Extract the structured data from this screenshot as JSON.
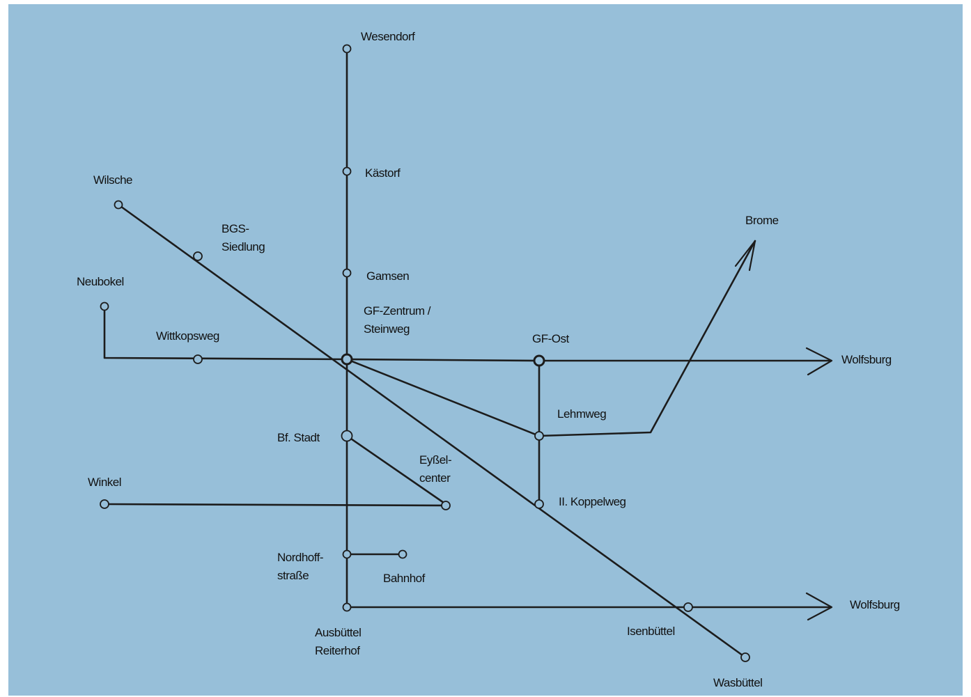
{
  "map": {
    "background_color": "#97bfd9",
    "line_color": "#1c1c1c",
    "stops": {
      "wesendorf": "Wesendorf",
      "kaestorf": "Kästorf",
      "wilsche": "Wilsche",
      "bgs_siedlung": [
        "BGS-",
        "Siedlung"
      ],
      "gamsen": "Gamsen",
      "neubokel": "Neubokel",
      "gf_zentrum": [
        "GF-Zentrum /",
        "Steinweg"
      ],
      "wittkopsweg": "Wittkopsweg",
      "gf_ost": "GF-Ost",
      "lehmweg": "Lehmweg",
      "bf_stadt": "Bf. Stadt",
      "eyssel_center": [
        "Eyßel-",
        "center"
      ],
      "winkel": "Winkel",
      "koppelweg": "II. Koppelweg",
      "nordhoffstrasse": [
        "Nordhoff-",
        "straße"
      ],
      "bahnhof": "Bahnhof",
      "ausbuettel": [
        "Ausbüttel",
        "Reiterhof"
      ],
      "isenbuettel": "Isenbüttel",
      "wasbuettel": "Wasbüttel"
    },
    "destinations": {
      "brome": "Brome",
      "wolfsburg_upper": "Wolfsburg",
      "wolfsburg_lower": "Wolfsburg"
    }
  }
}
